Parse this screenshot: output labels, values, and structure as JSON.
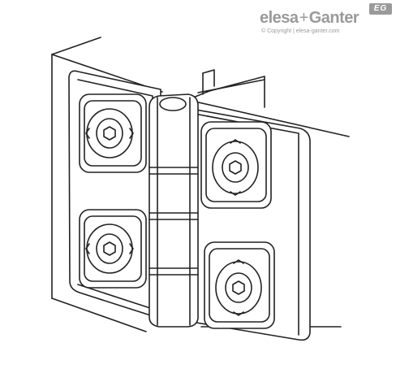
{
  "brand": {
    "logo_text_1": "elesa",
    "logo_plus": "+",
    "logo_text_2": "Ganter",
    "badge": "EG",
    "copyright": "© Copyright | elesa-ganter.com"
  },
  "illustration": {
    "subject": "hinge",
    "screw_count": 4,
    "line_color": "#222222",
    "brand_color": "#9a9a9a"
  }
}
